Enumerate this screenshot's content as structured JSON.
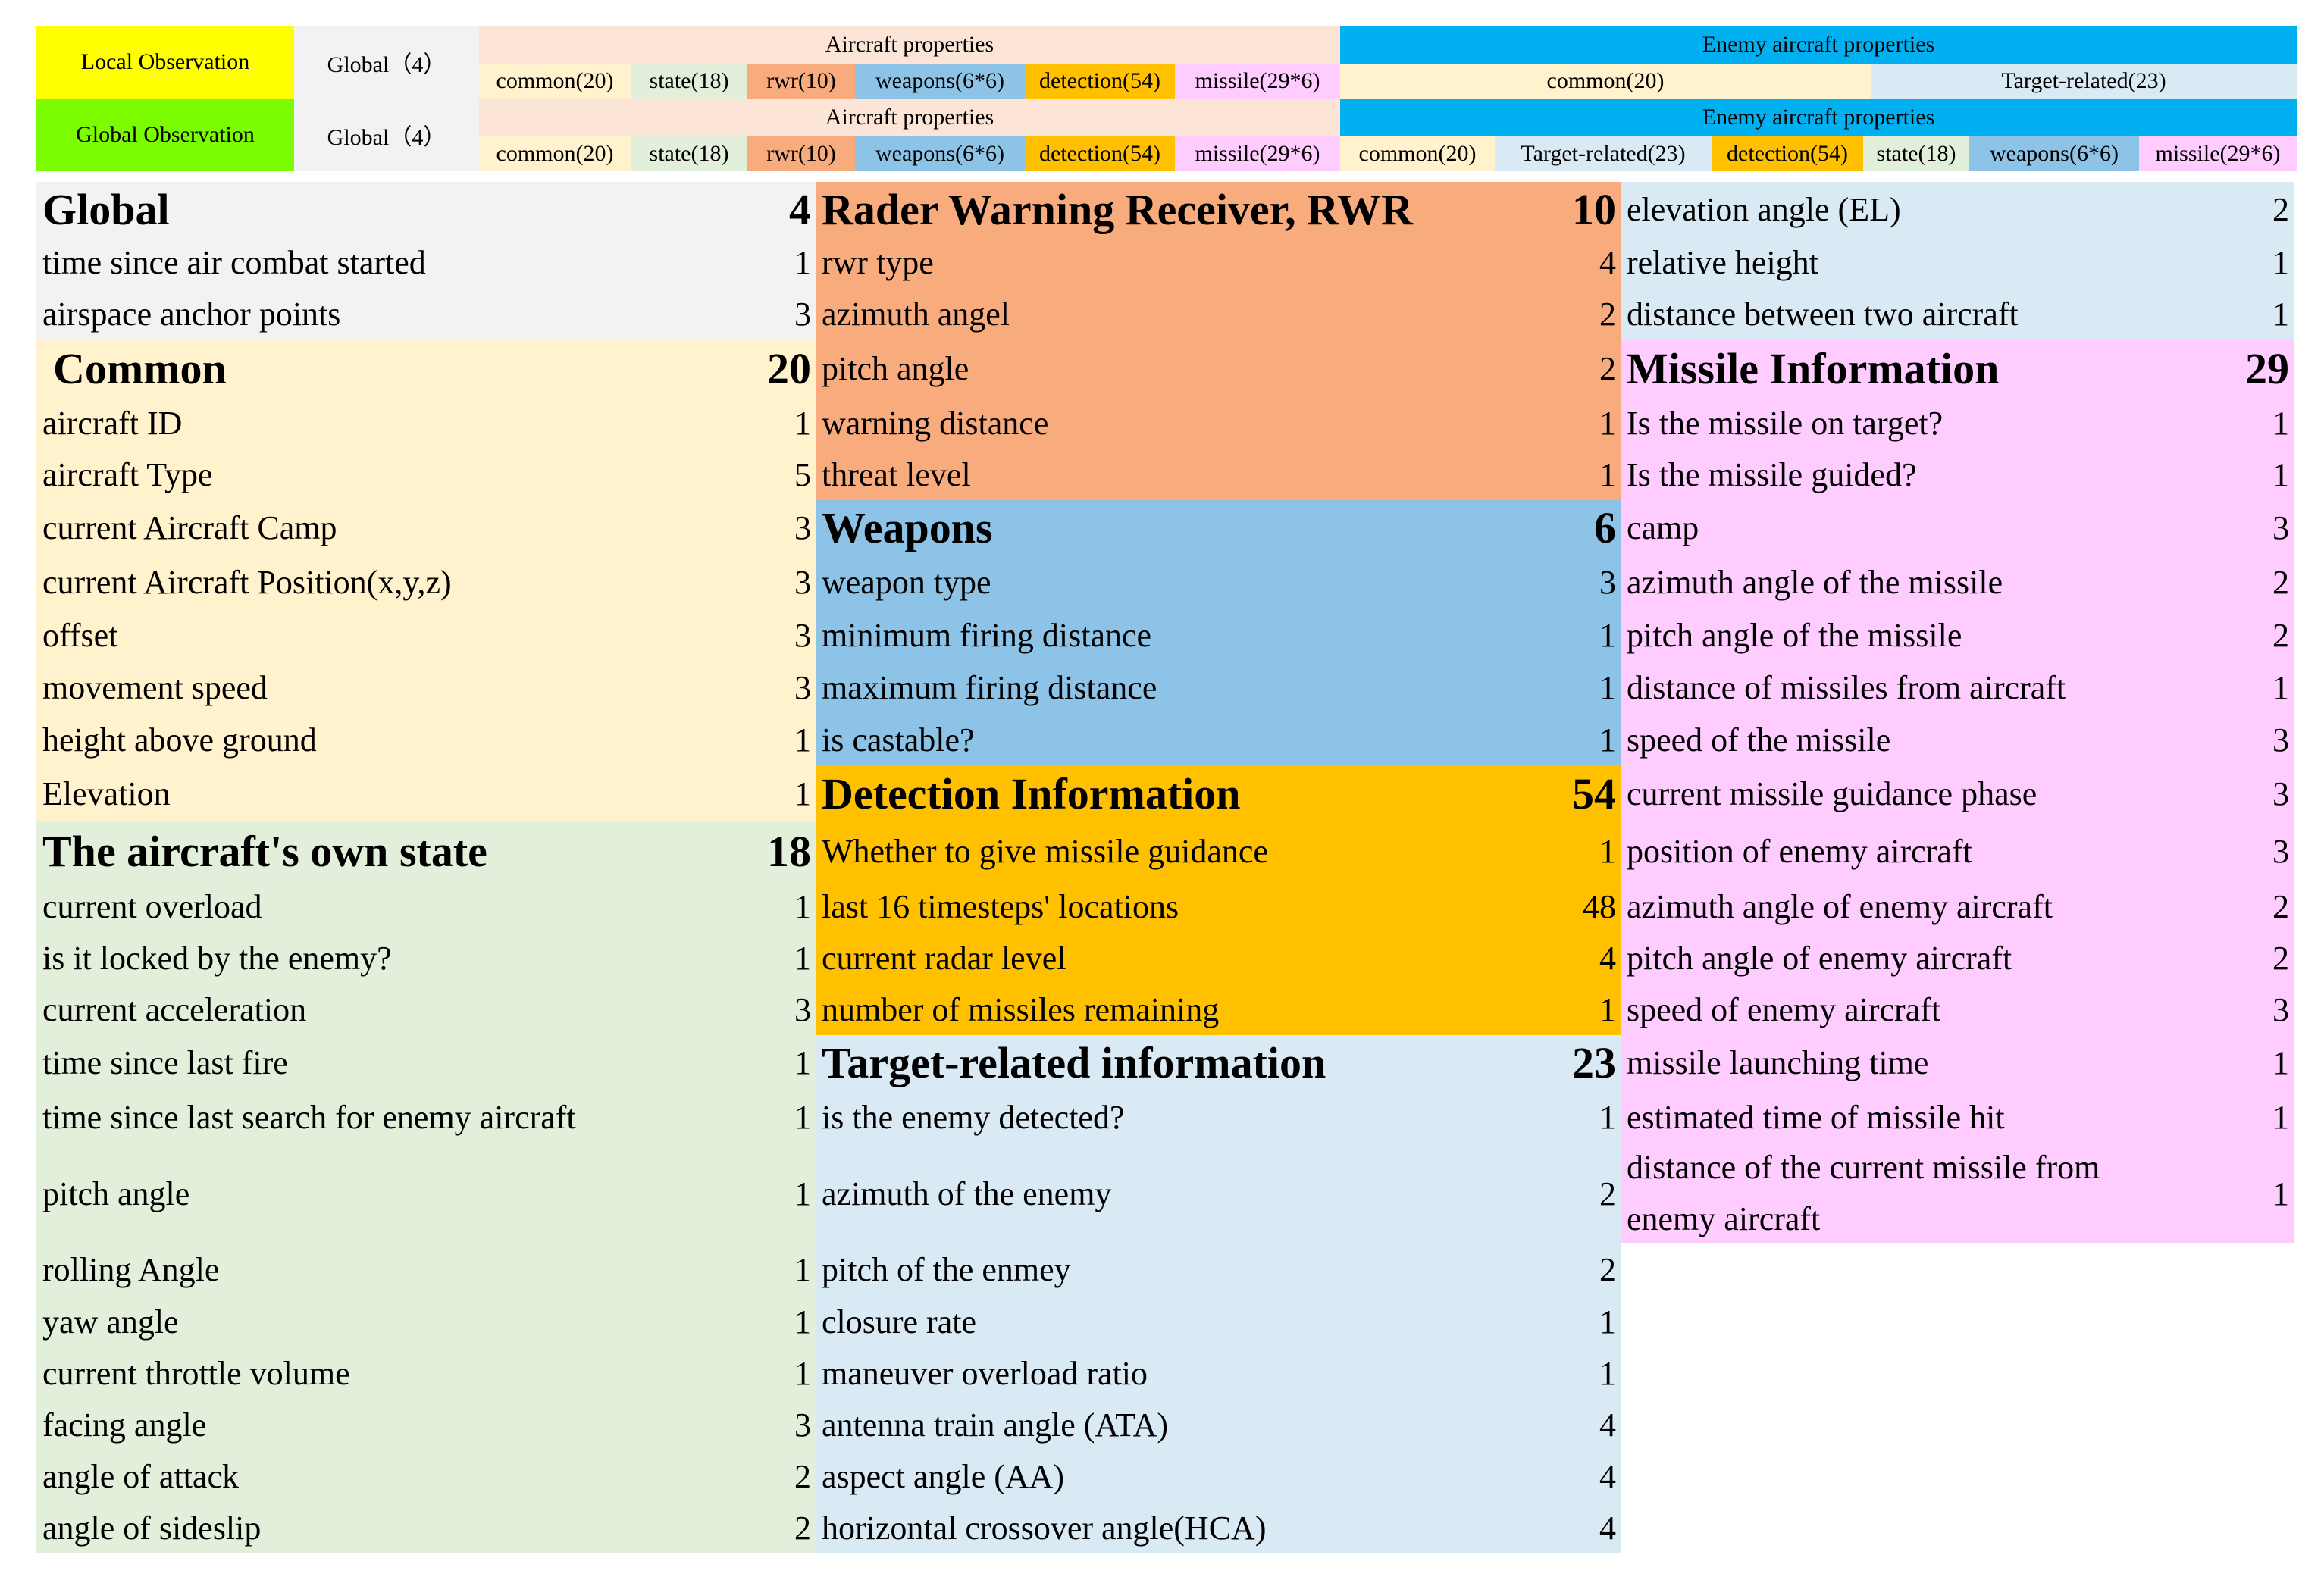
{
  "colors": {
    "yellow": "#FFFF00",
    "green": "#7CFC00",
    "global_gray": "#F2F2F2",
    "aircraft_header": "#FCE4D6",
    "enemy_header": "#00B0F0",
    "common": "#FFF2CC",
    "state": "#E2EFDA",
    "rwr": "#F8AC7E",
    "weapons": "#8DC3E7",
    "detection": "#FFC000",
    "missile": "#FFCCFF",
    "target": "#DAEAF5"
  },
  "header": {
    "local": {
      "label": "Local Observation",
      "global": "Global（4）",
      "aircraft_props": "Aircraft properties",
      "enemy_props": "Enemy aircraft properties",
      "aircraft_sub": [
        "common(20)",
        "state(18)",
        "rwr(10)",
        "weapons(6*6)",
        "detection(54)",
        "missile(29*6)"
      ],
      "enemy_sub": [
        "common(20)",
        "Target-related(23)"
      ]
    },
    "global_obs": {
      "label": "Global Observation",
      "global": "Global（4）",
      "aircraft_props": "Aircraft properties",
      "enemy_props": "Enemy aircraft properties",
      "aircraft_sub": [
        "common(20)",
        "state(18)",
        "rwr(10)",
        "weapons(6*6)",
        "detection(54)",
        "missile(29*6)"
      ],
      "enemy_sub": [
        "common(20)",
        "Target-related(23)",
        "detection(54)",
        "state(18)",
        "weapons(6*6)",
        "missile(29*6)"
      ]
    }
  },
  "table": {
    "col1": [
      {
        "label": "Global",
        "value": "4",
        "head": true
      },
      {
        "label": "time since air combat started",
        "value": "1"
      },
      {
        "label": "airspace anchor points",
        "value": "3"
      },
      {
        "label": "Common",
        "value": "20",
        "head": true
      },
      {
        "label": "aircraft ID",
        "value": "1"
      },
      {
        "label": "aircraft Type",
        "value": "5"
      },
      {
        "label": "current Aircraft Camp",
        "value": "3"
      },
      {
        "label": "current Aircraft Position(x,y,z)",
        "value": "3"
      },
      {
        "label": "offset",
        "value": "3"
      },
      {
        "label": "movement speed",
        "value": "3"
      },
      {
        "label": "height above ground",
        "value": "1"
      },
      {
        "label": "Elevation",
        "value": "1"
      },
      {
        "label": "The aircraft's own state",
        "value": "18",
        "head": true
      },
      {
        "label": "current overload",
        "value": "1"
      },
      {
        "label": "is it locked by the enemy?",
        "value": "1"
      },
      {
        "label": "current acceleration",
        "value": "3"
      },
      {
        "label": "time since last fire",
        "value": "1"
      },
      {
        "label": "time since last search for enemy aircraft",
        "value": "1"
      },
      {
        "label": "pitch angle",
        "value": "1"
      },
      {
        "label": "rolling Angle",
        "value": "1"
      },
      {
        "label": "yaw angle",
        "value": "1"
      },
      {
        "label": "current throttle volume",
        "value": "1"
      },
      {
        "label": "facing angle",
        "value": "3"
      },
      {
        "label": "angle of attack",
        "value": "2"
      },
      {
        "label": "angle of sideslip",
        "value": "2"
      }
    ],
    "col2": [
      {
        "label": "Rader Warning Receiver, RWR",
        "value": "10",
        "head": true
      },
      {
        "label": "rwr type",
        "value": "4"
      },
      {
        "label": "azimuth angel",
        "value": "2"
      },
      {
        "label": "pitch angle",
        "value": "2"
      },
      {
        "label": "warning distance",
        "value": "1"
      },
      {
        "label": "threat level",
        "value": "1"
      },
      {
        "label": "Weapons",
        "value": "6",
        "head": true
      },
      {
        "label": "weapon type",
        "value": "3"
      },
      {
        "label": "minimum firing distance",
        "value": "1"
      },
      {
        "label": "maximum firing distance",
        "value": "1"
      },
      {
        "label": "is castable?",
        "value": "1"
      },
      {
        "label": "Detection Information",
        "value": "54",
        "head": true
      },
      {
        "label": "Whether to give missile guidance",
        "value": "1"
      },
      {
        "label": "last 16 timesteps' locations",
        "value": "48"
      },
      {
        "label": "current radar level",
        "value": "4"
      },
      {
        "label": "number of missiles remaining",
        "value": "1"
      },
      {
        "label": "Target-related information",
        "value": "23",
        "head": true
      },
      {
        "label": "is the enemy detected?",
        "value": "1"
      },
      {
        "label": "azimuth of the enemy",
        "value": "2"
      },
      {
        "label": "pitch of the enmey",
        "value": "2"
      },
      {
        "label": "closure rate",
        "value": "1"
      },
      {
        "label": "maneuver overload ratio",
        "value": "1"
      },
      {
        "label": "antenna train angle (ATA)",
        "value": "4"
      },
      {
        "label": "aspect angle (AA)",
        "value": "4"
      },
      {
        "label": "horizontal crossover angle(HCA)",
        "value": "4"
      }
    ],
    "col3": [
      {
        "label": "elevation angle (EL)",
        "value": "2"
      },
      {
        "label": "relative height",
        "value": "1"
      },
      {
        "label": "distance between two aircraft",
        "value": "1"
      },
      {
        "label": "Missile Information",
        "value": "29",
        "head": true
      },
      {
        "label": "Is the missile on target?",
        "value": "1"
      },
      {
        "label": "Is the missile guided?",
        "value": "1"
      },
      {
        "label": "camp",
        "value": "3"
      },
      {
        "label": "azimuth angle of the missile",
        "value": "2"
      },
      {
        "label": "pitch angle of the missile",
        "value": "2"
      },
      {
        "label": "distance of missiles from aircraft",
        "value": "1"
      },
      {
        "label": "speed of the missile",
        "value": "3"
      },
      {
        "label": "current missile guidance phase",
        "value": "3"
      },
      {
        "label": "position of enemy aircraft",
        "value": "3"
      },
      {
        "label": "azimuth angle of enemy aircraft",
        "value": "2"
      },
      {
        "label": "pitch angle of enemy aircraft",
        "value": "2"
      },
      {
        "label": "speed of enemy aircraft",
        "value": "3"
      },
      {
        "label": "missile launching time",
        "value": "1"
      },
      {
        "label": "estimated time of missile hit",
        "value": "1"
      },
      {
        "label": "distance of the current missile from enemy aircraft",
        "value": "1"
      }
    ]
  }
}
